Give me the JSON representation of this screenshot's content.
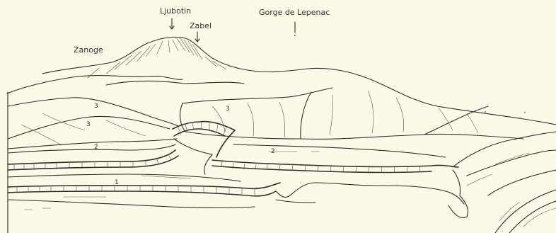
{
  "labels": {
    "ljubotin": "Ljubotin",
    "zabel": "Zabel",
    "gorge": "Gorge de Lepenac",
    "zanoge": "Zanoge"
  },
  "layer_numbers": {
    "n3_upper_left": "3",
    "n3_lower_left": "3",
    "n3_center": "3",
    "n2_left": "2",
    "n2_center": "2",
    "n1": "1"
  }
}
